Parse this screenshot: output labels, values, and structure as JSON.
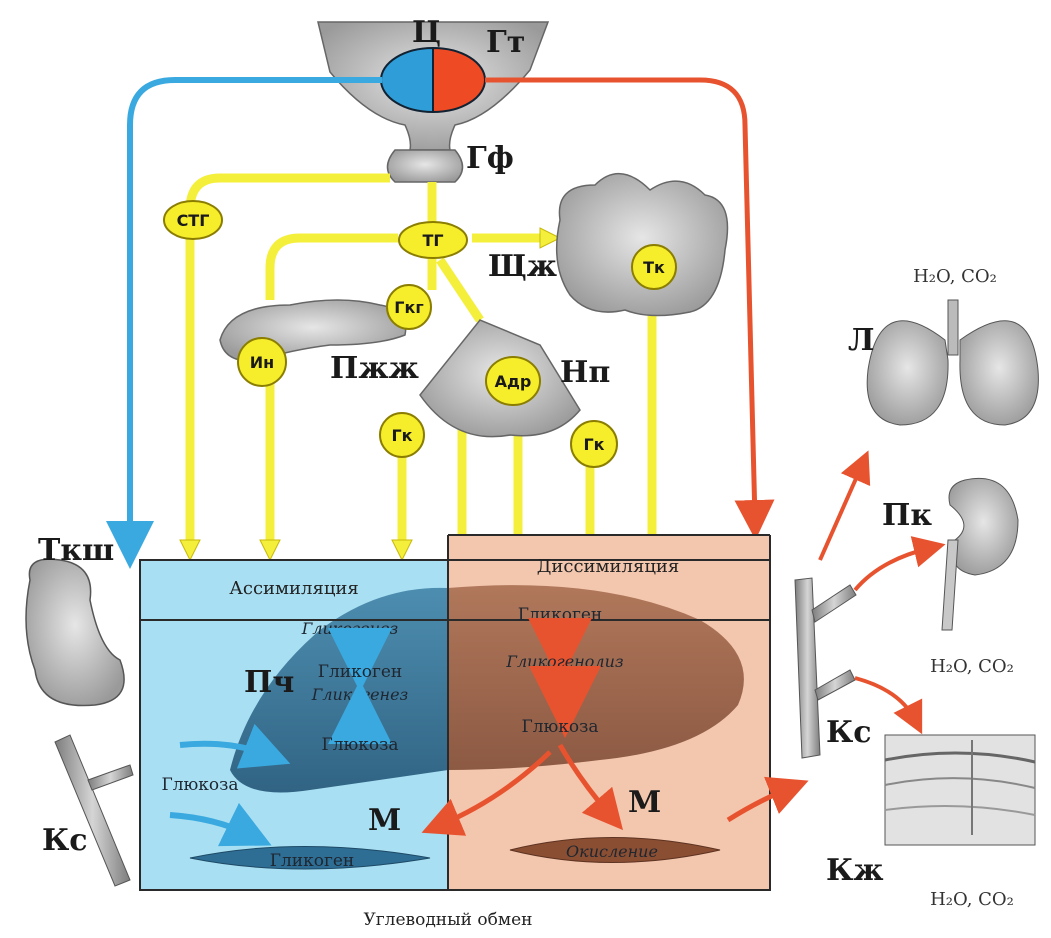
{
  "labels": {
    "center": "Ц",
    "hypothalamus": "Гт",
    "pituitary": "Гф",
    "thyroid": "Щж",
    "pancreas": "Пжж",
    "adrenal": "Нп",
    "skeletal_tissue": "Ткш",
    "blood_vessel_left": "Кс",
    "liver": "Пч",
    "muscle_left": "М",
    "muscle_right": "М",
    "lungs": "Л",
    "kidney": "Пк",
    "blood_vessel_right": "Кс",
    "skin": "Кж"
  },
  "hormones": {
    "stg": "СТГ",
    "tg": "ТГ",
    "tk": "Тк",
    "gkg": "Гкг",
    "in": "Ин",
    "adr": "Адр",
    "gk_left": "Гк",
    "gk_right": "Гк"
  },
  "panels": {
    "assimilation": "Ассимиляция",
    "dissimilation": "Диссимиляция",
    "caption": "Углеводный обмен"
  },
  "assimilation_flow": {
    "glycogenesis_top": "Гликогенез",
    "glycogen": "Гликоген",
    "glycogenesis_mid": "Гликогенез",
    "glucose": "Глюкоза",
    "glucose_left": "Глюкоза",
    "muscle_glycogen": "Гликоген"
  },
  "dissimilation_flow": {
    "glycogen": "Гликоген",
    "glycogenolysis": "Гликогенолиз",
    "glucose": "Глюкоза",
    "oxidation": "Окисление"
  },
  "products": {
    "lungs_out": "H₂O, CO₂",
    "kidney_out": "H₂O, CO₂",
    "skin_out": "H₂O, CO₂"
  },
  "colors": {
    "assimilation": "#3aa9df",
    "dissimilation": "#e8532f",
    "hormone_fill": "#f6ee2a",
    "hormone_arrow": "#f4ef3a",
    "assim_panel": "#a8dff2",
    "dissim_panel": "#f3c6ae"
  }
}
